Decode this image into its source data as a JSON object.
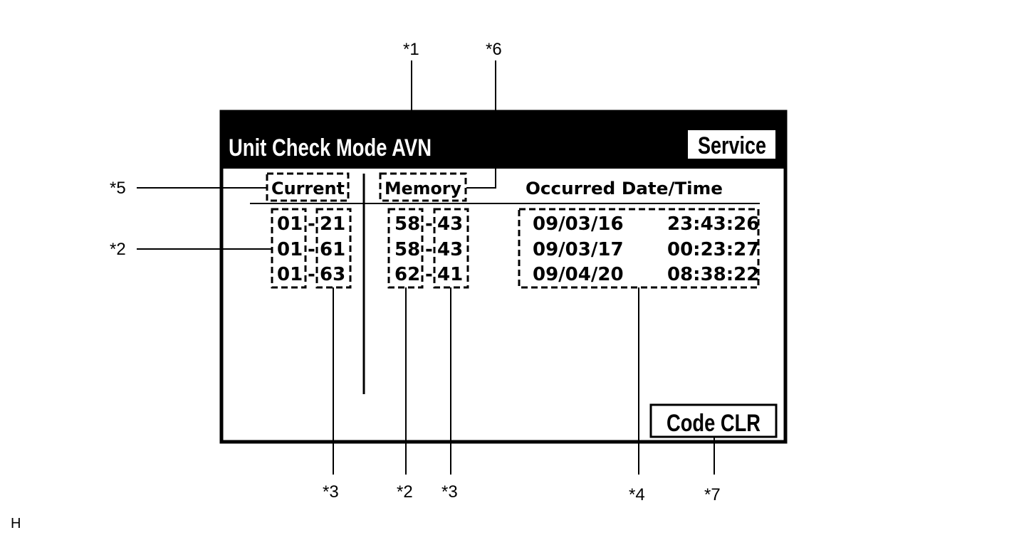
{
  "screen": {
    "title": "Unit Check Mode AVN",
    "service_button": "Service",
    "code_clr_button": "Code CLR",
    "headers": {
      "current": "Current",
      "memory": "Memory",
      "occurred": "Occurred Date/Time"
    },
    "current_codes": [
      {
        "a": "01",
        "sep": "-",
        "b": "21"
      },
      {
        "a": "01",
        "sep": "-",
        "b": "61"
      },
      {
        "a": "01",
        "sep": "-",
        "b": "63"
      }
    ],
    "memory_codes": [
      {
        "a": "58",
        "sep": "-",
        "b": "43"
      },
      {
        "a": "58",
        "sep": "-",
        "b": "43"
      },
      {
        "a": "62",
        "sep": "-",
        "b": "41"
      }
    ],
    "occurrences": [
      {
        "date": "09/03/16",
        "time": "23:43:26"
      },
      {
        "date": "09/03/17",
        "time": "00:23:27"
      },
      {
        "date": "09/04/20",
        "time": "08:38:22"
      }
    ]
  },
  "callouts": {
    "c1": "*1",
    "c2_left": "*2",
    "c2_bottom": "*2",
    "c3_left": "*3",
    "c3_right": "*3",
    "c4": "*4",
    "c5": "*5",
    "c6": "*6",
    "c7": "*7"
  },
  "corner_label": "H"
}
